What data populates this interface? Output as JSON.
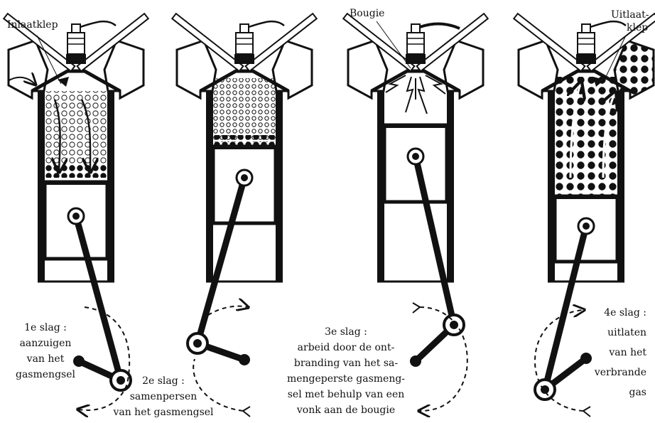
{
  "labels": {
    "inlaatklep": "Inlaatklep",
    "bougie": "Bougie",
    "uitlaatklep_1": "Uitlaat-",
    "uitlaatklep_2": "klep"
  },
  "strokes": [
    {
      "lines": [
        "1e slag :",
        "aanzuigen",
        "van het",
        "gasmengsel"
      ]
    },
    {
      "lines": [
        "2e slag :",
        "samenpersen",
        "van het gasmengsel"
      ]
    },
    {
      "lines": [
        "3e slag :",
        "arbeid door de ont-",
        "branding  van het sa-",
        "mengeperste gasmeng-",
        "sel met behulp van een",
        "vonk aan de bougie"
      ]
    },
    {
      "lines": [
        "4e slag :",
        "uitlaten",
        "van het",
        "verbrande",
        "gas"
      ]
    }
  ],
  "colors": {
    "ink": "#111111",
    "paper": "#ffffff"
  }
}
